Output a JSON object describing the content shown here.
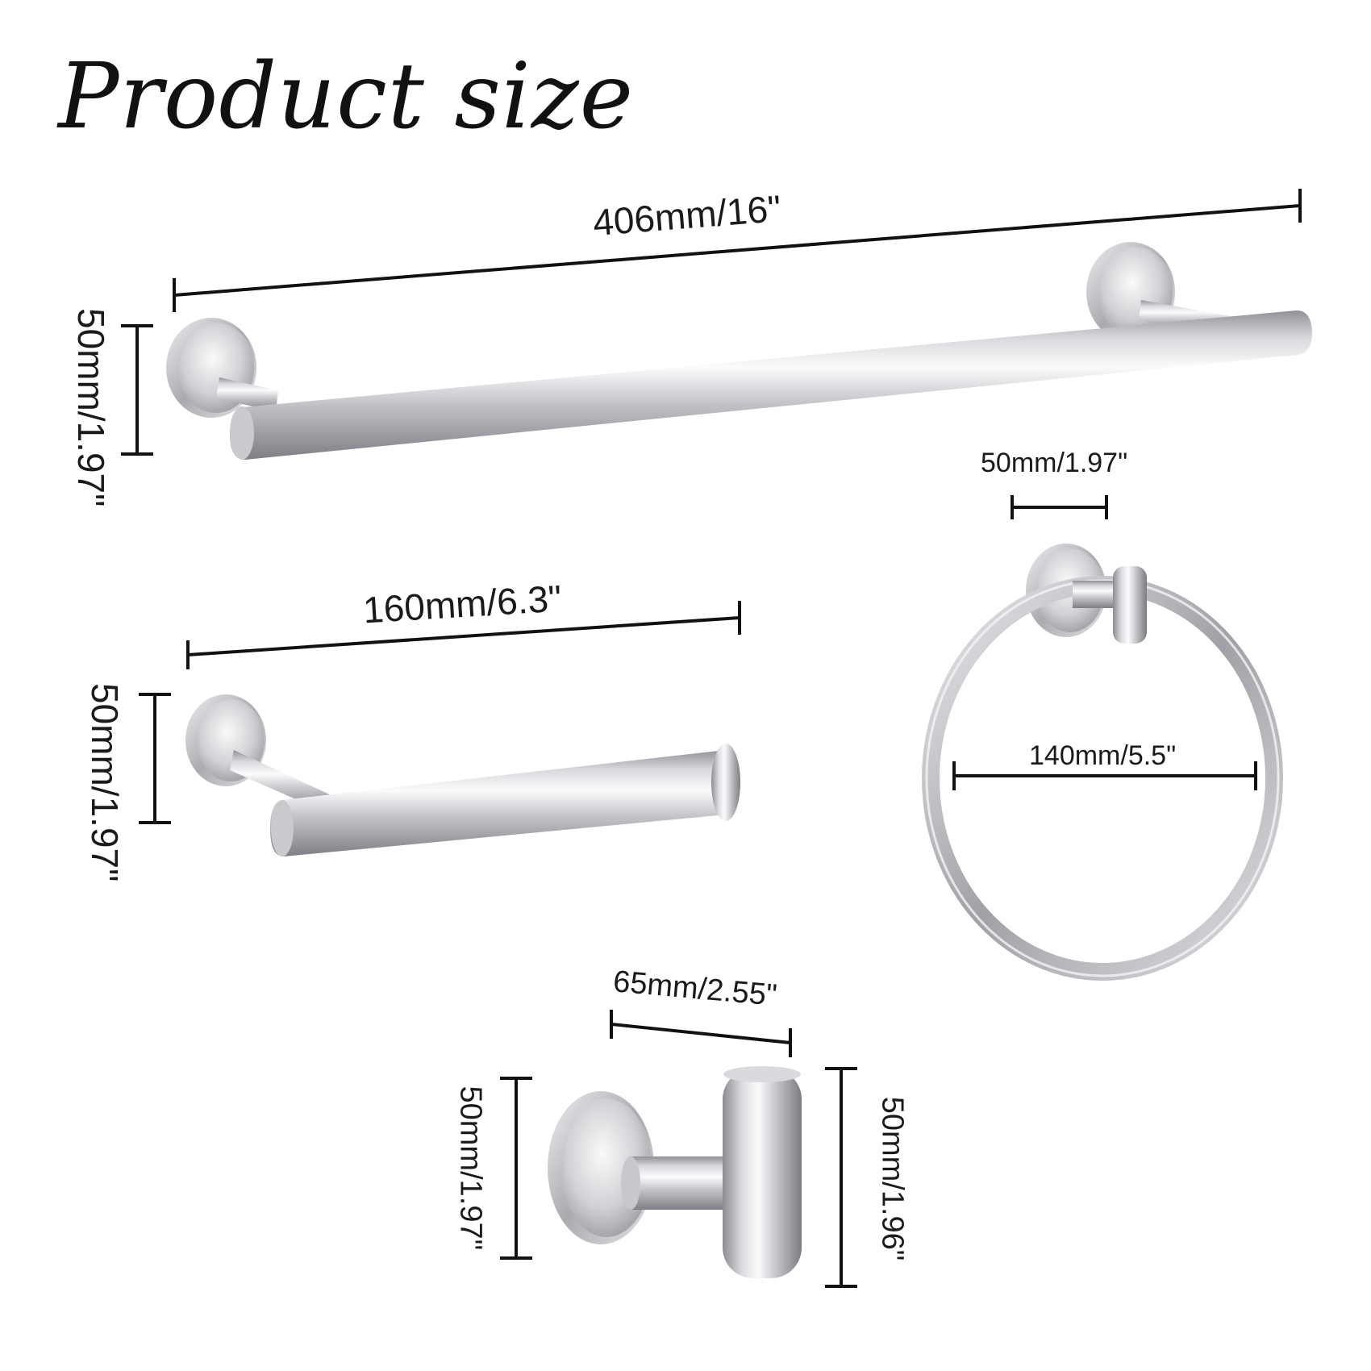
{
  "title": "Product size",
  "colors": {
    "metal_light": "#f4f4f6",
    "metal_mid": "#c2c4c8",
    "metal_dark": "#8e9095",
    "line": "#111111"
  },
  "items": [
    {
      "name": "towel-bar",
      "width_label": "406mm/16\"",
      "height_label": "50mm/1.97\""
    },
    {
      "name": "toilet-paper-holder",
      "width_label": "160mm/6.3\"",
      "height_label": "50mm/1.97\""
    },
    {
      "name": "towel-ring",
      "base_label": "50mm/1.97\"",
      "diameter_label": "140mm/5.5\""
    },
    {
      "name": "robe-hook",
      "width_label": "65mm/2.55\"",
      "base_height_label": "50mm/1.97\"",
      "hook_height_label": "50mm/1.96\""
    }
  ]
}
